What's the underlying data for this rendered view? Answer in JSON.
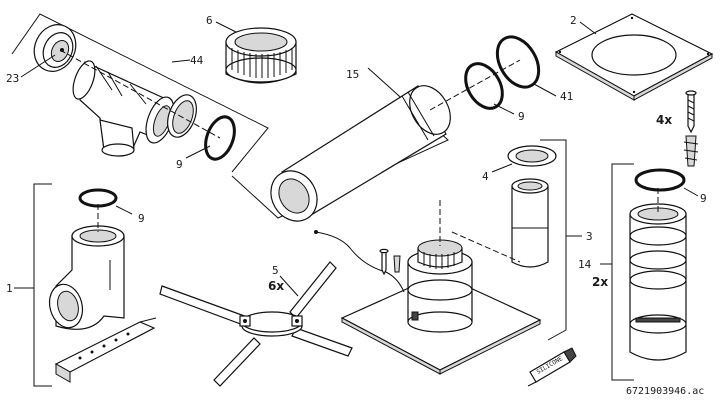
{
  "callouts": {
    "c1": "1",
    "c2": "2",
    "c3": "3",
    "c4": "4",
    "c5": "5",
    "c6": "6",
    "c9a": "9",
    "c9b": "9",
    "c9c": "9",
    "c9d": "9",
    "c14": "14",
    "c15": "15",
    "c23": "23",
    "c41": "41",
    "c44": "44"
  },
  "quantities": {
    "q4x": "4x",
    "q6x": "6x",
    "q2x": "2x"
  },
  "tube_label": "SILICONE",
  "drawing_code": "6721903946.ac"
}
